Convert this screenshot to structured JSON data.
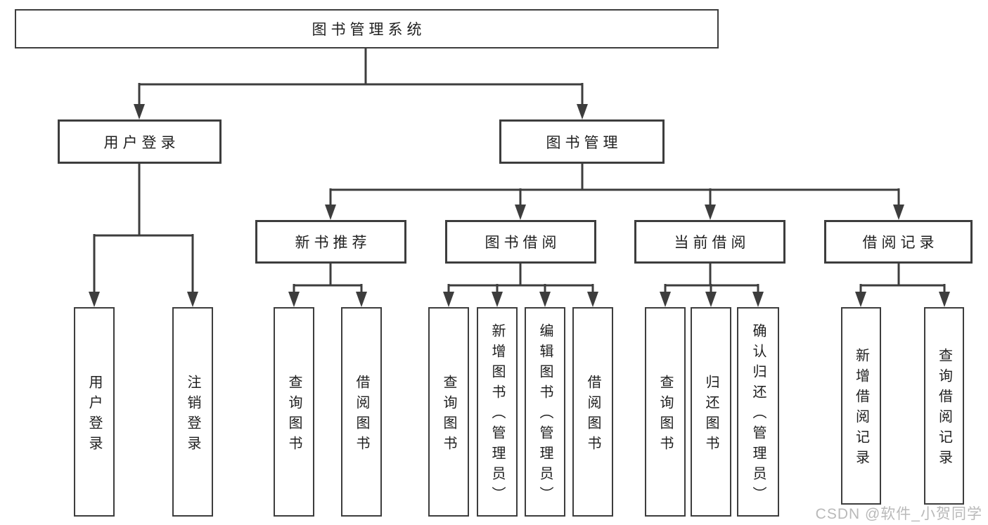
{
  "diagram": {
    "root": {
      "label": "图书管理系统"
    },
    "level2": [
      {
        "label": "用户登录"
      },
      {
        "label": "图书管理"
      }
    ],
    "level3": [
      {
        "label": "新书推荐"
      },
      {
        "label": "图书借阅"
      },
      {
        "label": "当前借阅"
      },
      {
        "label": "借阅记录"
      }
    ],
    "leaves": {
      "user_login": [
        "用户登录",
        "注销登录"
      ],
      "new_book": [
        "查询图书",
        "借阅图书"
      ],
      "book_borrow": [
        "查询图书",
        "新增图书（管理员）",
        "编辑图书（管理员）",
        "借阅图书"
      ],
      "current_borrow": [
        "查询图书",
        "归还图书",
        "确认归还（管理员）"
      ],
      "records": [
        "新增借阅记录",
        "查询借阅记录"
      ]
    },
    "colors": {
      "line": "#3d3d3d",
      "border": "#3d3d3d",
      "text": "#1f1f1f",
      "watermark": "#b9b9b9",
      "background": "#ffffff"
    }
  },
  "watermark": "CSDN @软件_小贺同学"
}
